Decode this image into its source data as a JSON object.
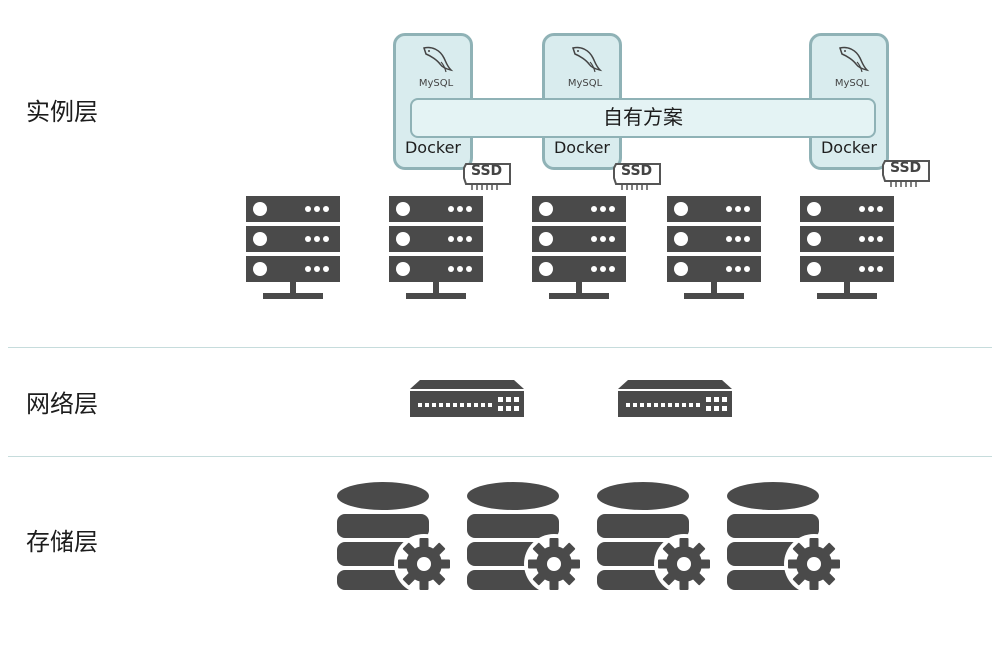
{
  "layers": [
    {
      "id": "instance",
      "label": "实例层"
    },
    {
      "id": "network",
      "label": "网络层"
    },
    {
      "id": "storage",
      "label": "存储层"
    }
  ],
  "containers": [
    {
      "label": "Docker",
      "app": "MySQL"
    },
    {
      "label": "Docker",
      "app": "MySQL"
    },
    {
      "label": "Docker",
      "app": "MySQL"
    }
  ],
  "solution_label": "自有方案",
  "ssd_label": "SSD",
  "server_count": 5,
  "switch_count": 2,
  "storage_count": 4,
  "icons": {
    "server": "server-rack-icon",
    "switch": "network-switch-icon",
    "storage": "database-gear-icon",
    "disk": "ssd-icon",
    "db": "mysql-logo-icon"
  },
  "colors": {
    "icon": "#4a4a4a",
    "container_fill": "#d9ecee",
    "container_border": "#8fb2b6",
    "divider": "#c6dcdc"
  }
}
